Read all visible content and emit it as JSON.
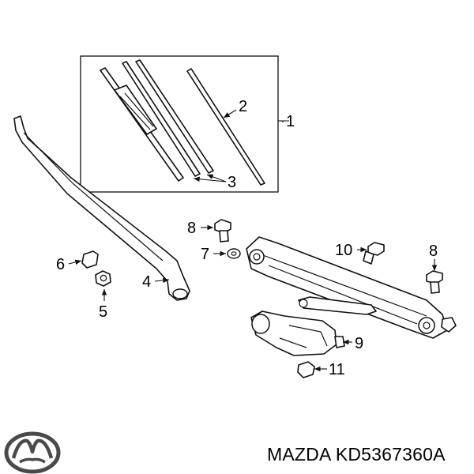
{
  "diagram": {
    "callouts": [
      "1",
      "2",
      "3",
      "4",
      "5",
      "6",
      "7",
      "8",
      "8",
      "9",
      "10",
      "11"
    ],
    "caption": {
      "brand": "MAZDA",
      "part_number": "KD5367360A"
    },
    "logo_icon": "mazda-logo-icon"
  }
}
